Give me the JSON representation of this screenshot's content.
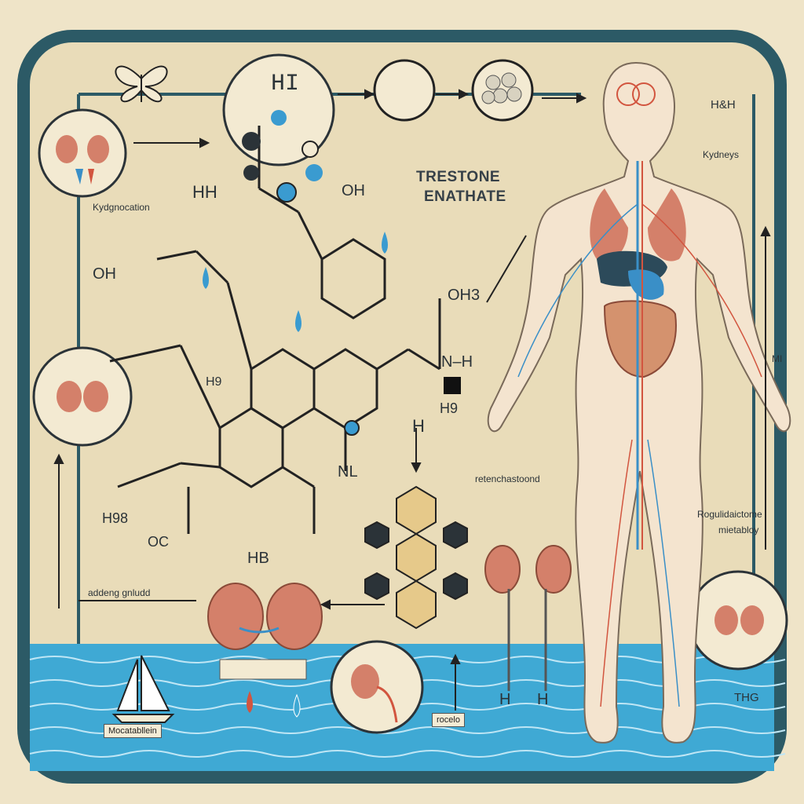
{
  "title": {
    "line1": "TRESTONE",
    "line2": "ENATHATE"
  },
  "labels": {
    "top_formula": "HI",
    "corner_formula": "H&H",
    "kidneys": "Kydneys",
    "left_process": "Kydgnocation",
    "center_right": "retenchastoond",
    "regulation_line1": "Rogulidaictome",
    "regulation_line2": "mietabloy",
    "left_bottom": "addeng gnludd",
    "bottom_left_box": "Mocatabllein",
    "bottom_center_box": "rocelo",
    "bottom_right": "THG",
    "hb_label": "HB",
    "oc_label": "OC",
    "h98_label": "H98",
    "nh_label": "N–H",
    "h9_label": "H9",
    "oh_right": "OH3",
    "oh_left": "OH",
    "oh_top": "OH",
    "hh_top": "HH",
    "nl_label": "NL",
    "h9_b": "H9",
    "h_letter": "H",
    "h_pair_1": "H",
    "h_pair_2": "H",
    "right_side_text": "MI"
  },
  "colors": {
    "frame": "#2c5a66",
    "background": "#e9dcb9",
    "water": "#3fa9d4",
    "kidney": "#d4806a",
    "vein_blue": "#3a8fc7",
    "artery_red": "#d2553f",
    "bond": "#222222",
    "atom_blue": "#3a9bd0"
  },
  "icons": [
    "butterfly-icon",
    "kidney-icon",
    "sailboat-icon",
    "droplet-icon",
    "hexagon-molecule-icon",
    "cell-cluster-icon",
    "human-body-figure"
  ]
}
